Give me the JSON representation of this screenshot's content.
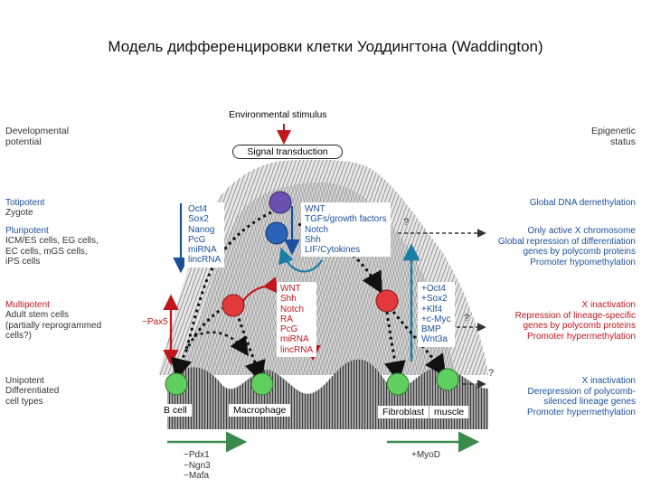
{
  "title": "Модель дифференцировки клетки Уоддингтона (Waddington)",
  "top": {
    "stimulus": "Environmental stimulus",
    "signal": "Signal transduction"
  },
  "left_heading": "Developmental\npotential",
  "right_heading": "Epigenetic\nstatus",
  "levels": {
    "totipotent": {
      "title": "Totipotent",
      "sub": "Zygote",
      "status": "Global DNA demethylation"
    },
    "pluripotent": {
      "title": "Pluripotent",
      "sub": "ICM/ES cells, EG cells,\nEC cells, mGS cells,\niPS cells",
      "status": "Only active X chromosome\nGlobal repression of differentiation\ngenes by polycomb proteins\nPromoter hypomethylation"
    },
    "multipotent": {
      "title": "Multipotent",
      "sub": "Adult stem cells\n(partially reprogrammed\ncells?)",
      "status": "X inactivation\nRepression of lineage-specific\ngenes by polycomb proteins\nPromoter hypermethylation"
    },
    "unipotent": {
      "title": "Unipotent",
      "sub": "Differentiated\ncell types",
      "status": "X inactivation\nDerepression of polycomb-\nsilenced lineage genes\nPromoter hypermethylation"
    }
  },
  "factors": {
    "pluri_factors": "Oct4\nSox2\nNanog\nPcG\nmiRNA\nlincRNA",
    "signals_top": "WNT\nTGFs/growth factors\nNotch\nShh\nLIF/Cytokines",
    "signals_mid": "WNT\nShh\nNotch\nRA\nPcG\nmiRNA\nlincRNA",
    "reprog": "+Oct4\n+Sox2\n+Klf4\n+c-Myc\nBMP\nWnt3a",
    "pax5": "−Pax5",
    "bottom_left": "−Pdx1\n−Ngn3\n−Mafa",
    "myod": "+MyoD",
    "q": "?"
  },
  "cells": {
    "b_cell": "B cell",
    "macrophage": "Macrophage",
    "fibroblast": "Fibroblast",
    "muscle": "muscle"
  },
  "colors": {
    "blue": "#1b4f9c",
    "red": "#c0161c",
    "green": "#3a8a4e",
    "purple": "#6a4fb0",
    "teal": "#1a7fa6"
  }
}
